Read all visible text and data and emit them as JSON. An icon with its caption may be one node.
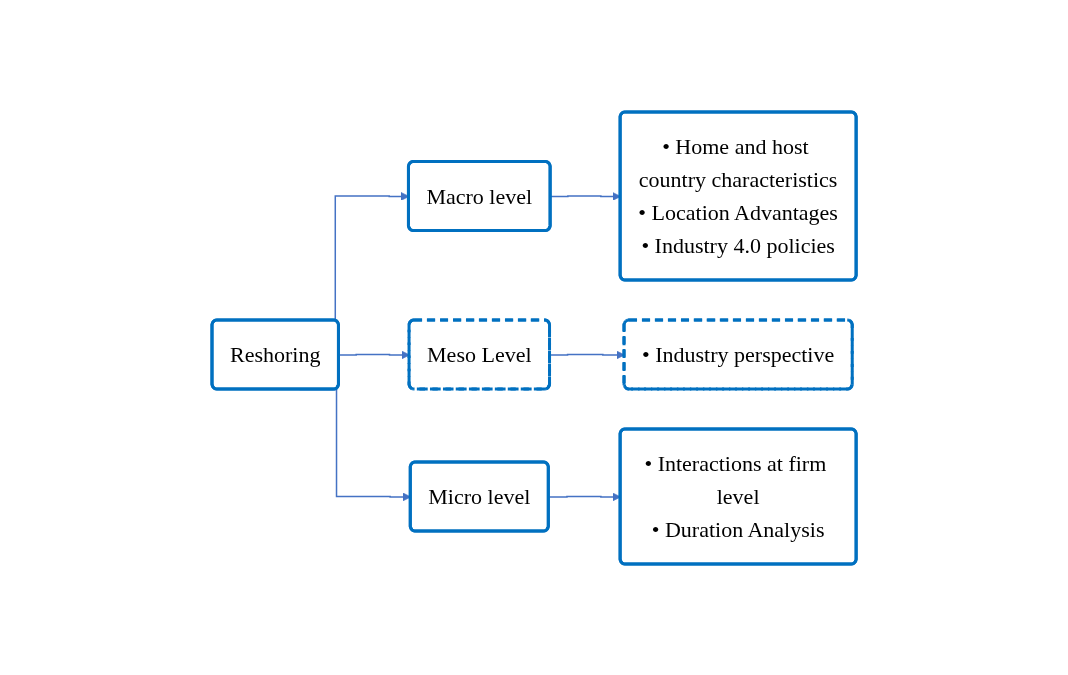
{
  "diagram": {
    "nodes": [
      {
        "text": [
          "Reshoring"
        ]
      },
      {
        "text": [
          "Macro level"
        ]
      },
      {
        "text": [
          "Meso Level"
        ]
      },
      {
        "text": [
          "Micro level"
        ]
      },
      {
        "text": [
          "• Home and host country characteristics",
          "• Location Advantages",
          "• Industry 4.0 policies"
        ]
      },
      {
        "text": [
          "• Industry perspective"
        ]
      },
      {
        "text": [
          "• Interactions at firm level",
          "• Duration Analysis"
        ]
      }
    ],
    "edges": [
      {
        "from": 0,
        "to": 1,
        "arrow": "to"
      },
      {
        "from": 0,
        "to": 2,
        "arrow": "to"
      },
      {
        "from": 0,
        "to": 3,
        "arrow": "to"
      },
      {
        "from": 1,
        "to": 4,
        "arrow": "to"
      },
      {
        "from": 2,
        "to": 5,
        "arrow": "to"
      },
      {
        "from": 3,
        "to": 6,
        "arrow": "to"
      }
    ]
  }
}
